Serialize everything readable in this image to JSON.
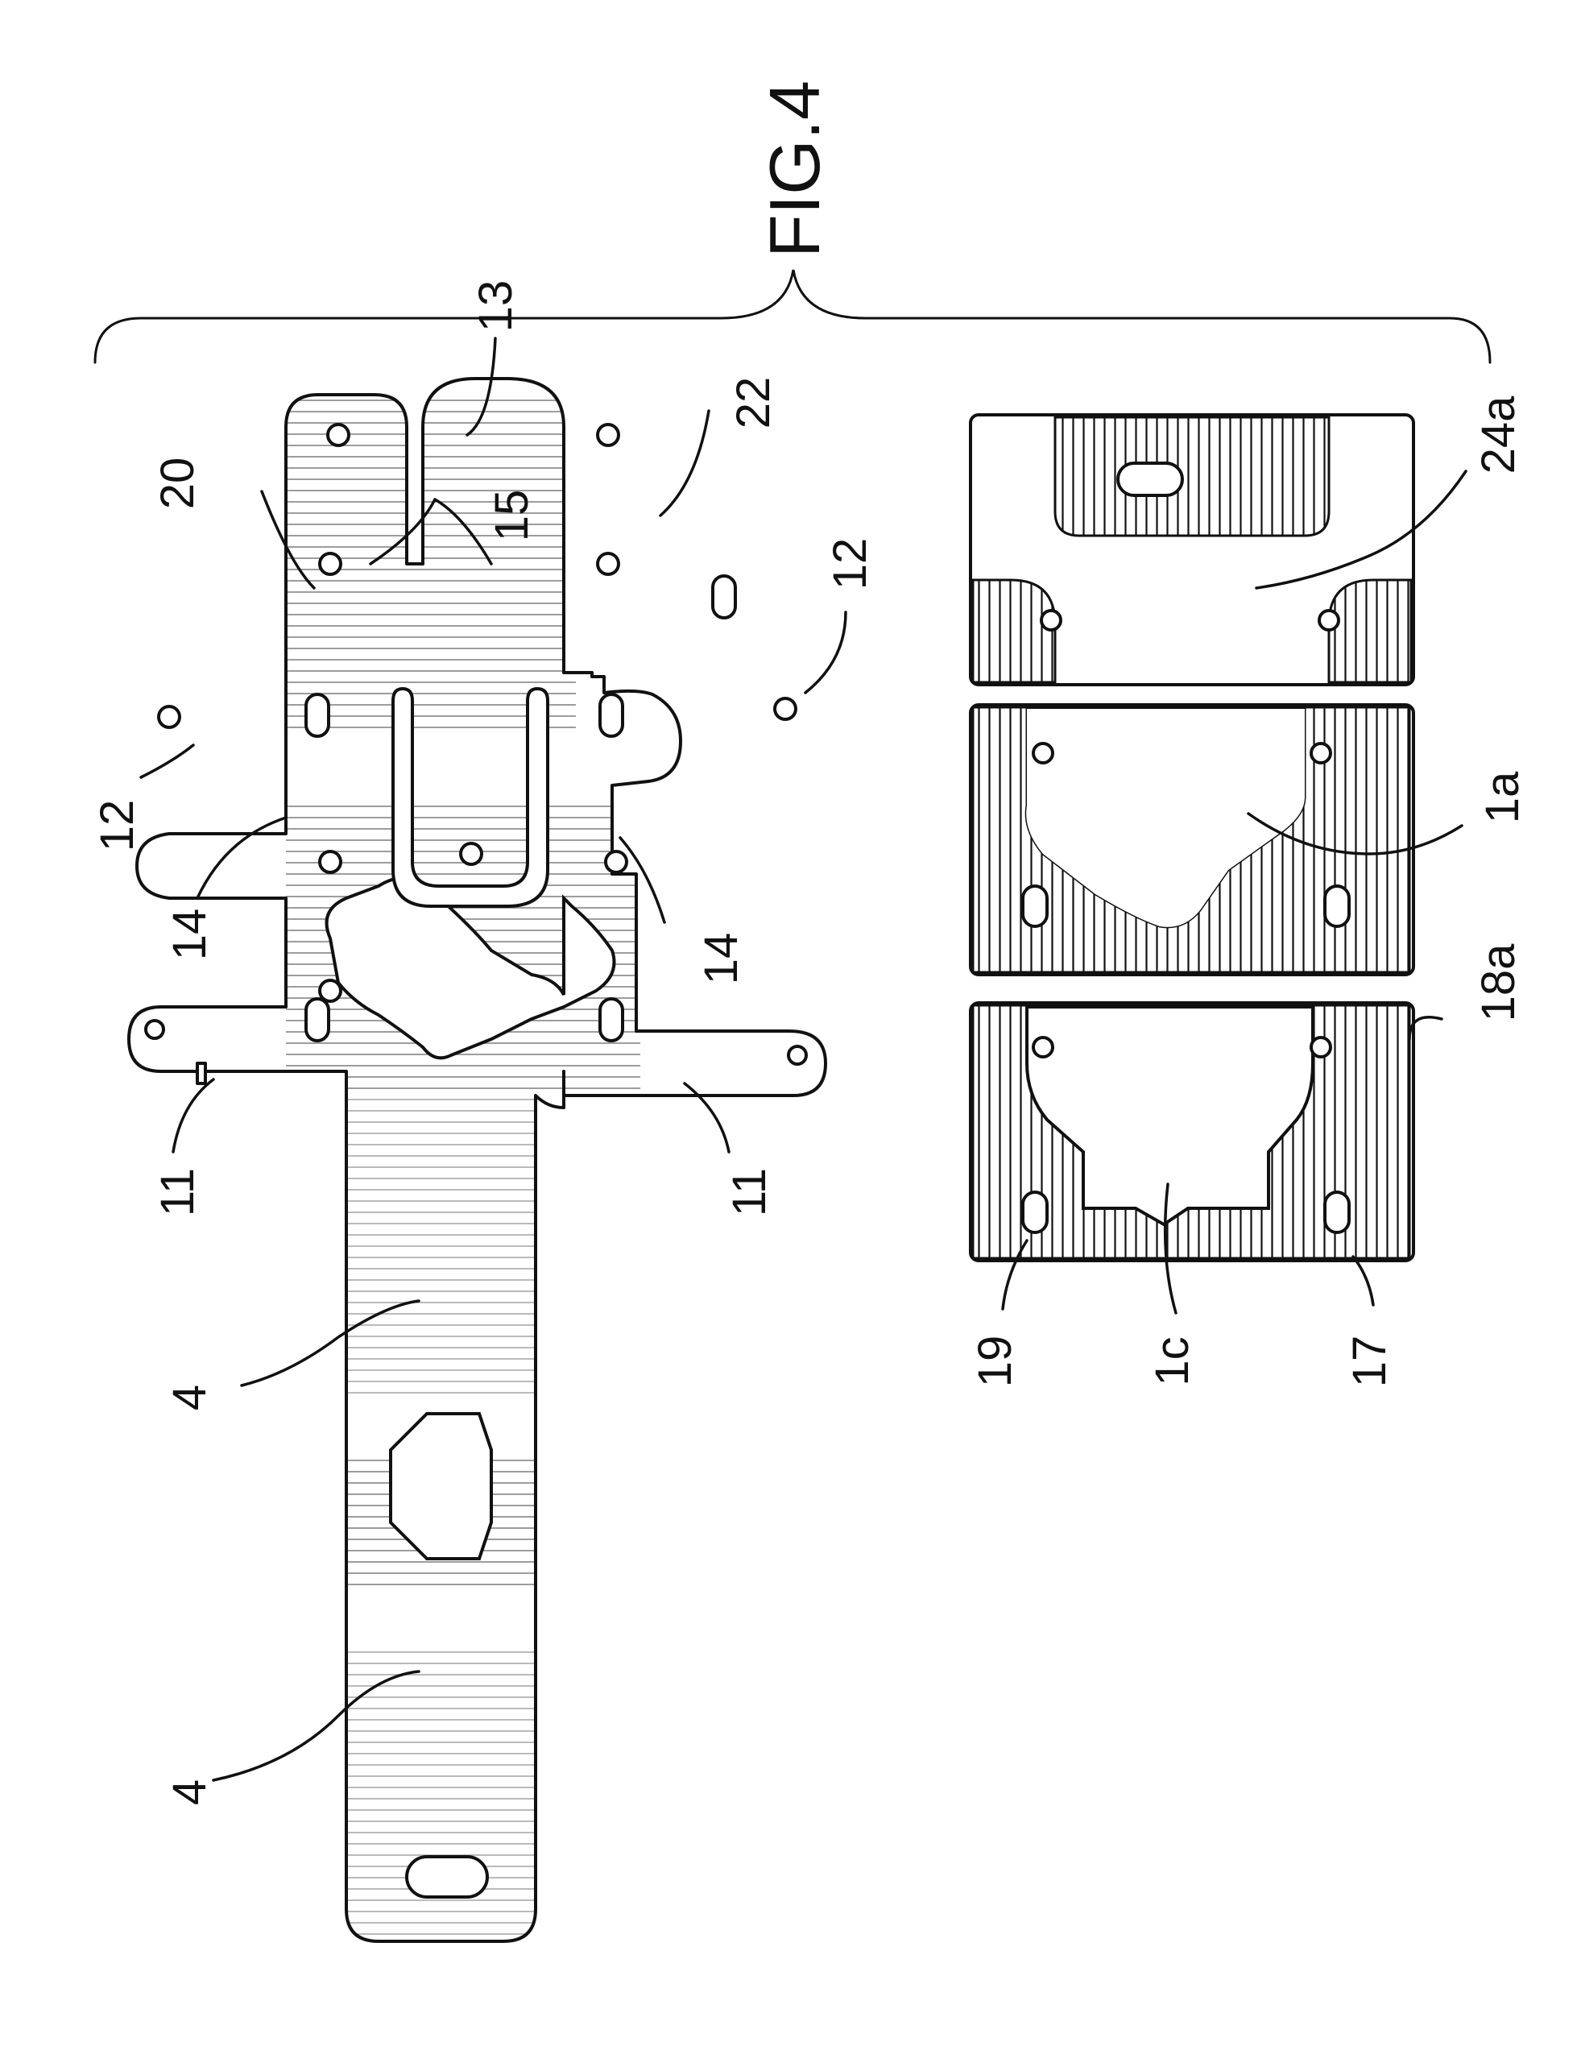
{
  "figure": {
    "title": "FIG.4",
    "labels": {
      "l4a": "4",
      "l4b": "4",
      "l11a": "11",
      "l11b": "11",
      "l12a": "12",
      "l12b": "12",
      "l13": "13",
      "l14a": "14",
      "l14b": "14",
      "l15": "15",
      "l17": "17",
      "l18a": "18a",
      "l19": "19",
      "l1a": "1a",
      "l1c": "1c",
      "l20": "20",
      "l22": "22",
      "l24a": "24a"
    }
  },
  "colors": {
    "ink": "#111111",
    "paper": "#ffffff"
  }
}
